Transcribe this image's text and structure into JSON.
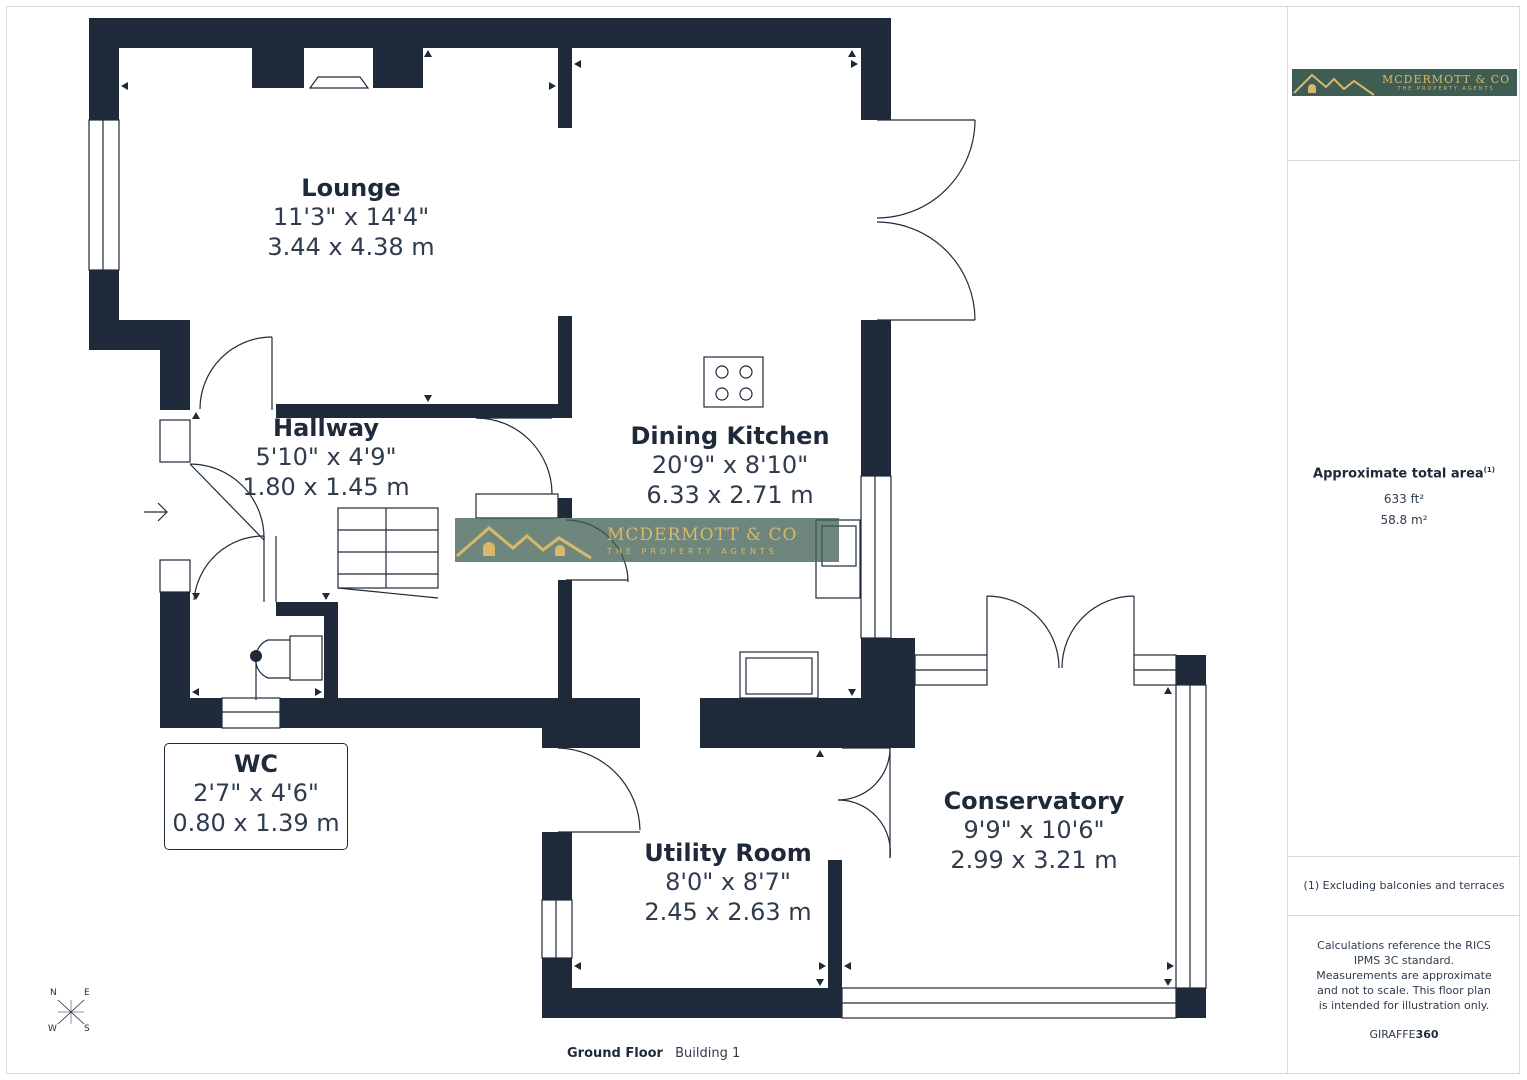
{
  "logo": {
    "name": "MCDERMOTT & CO",
    "tagline": "THE PROPERTY AGENTS"
  },
  "rooms": {
    "lounge": {
      "name": "Lounge",
      "imperial": "11'3\" x 14'4\"",
      "metric": "3.44 x 4.38 m"
    },
    "hallway": {
      "name": "Hallway",
      "imperial": "5'10\" x 4'9\"",
      "metric": "1.80 x 1.45 m"
    },
    "dining_kitchen": {
      "name": "Dining Kitchen",
      "imperial": "20'9\" x 8'10\"",
      "metric": "6.33 x 2.71 m"
    },
    "wc": {
      "name": "WC",
      "imperial": "2'7\" x 4'6\"",
      "metric": "0.80 x 1.39 m"
    },
    "utility_room": {
      "name": "Utility Room",
      "imperial": "8'0\" x 8'7\"",
      "metric": "2.45 x 2.63 m"
    },
    "conservatory": {
      "name": "Conservatory",
      "imperial": "9'9\" x 10'6\"",
      "metric": "2.99 x 3.21 m"
    }
  },
  "area": {
    "title": "Approximate total area",
    "footnote_mark": "(1)",
    "sqft": "633 ft²",
    "sqm": "58.8 m²",
    "footnote": "(1) Excluding balconies and terraces",
    "disclaimer": "Calculations reference the RICS IPMS 3C standard. Measurements are approximate and not to scale. This floor plan is intended for illustration only.",
    "brand_a": "GIRAFFE",
    "brand_b": "360"
  },
  "footer": {
    "floor": "Ground Floor",
    "building": "Building 1"
  },
  "compass": {
    "n": "N",
    "e": "E",
    "w": "W",
    "s": "S"
  },
  "colors": {
    "wall": "#1e2a3a",
    "logo_bg": "#3f5d52",
    "logo_text": "#d8b96a"
  }
}
